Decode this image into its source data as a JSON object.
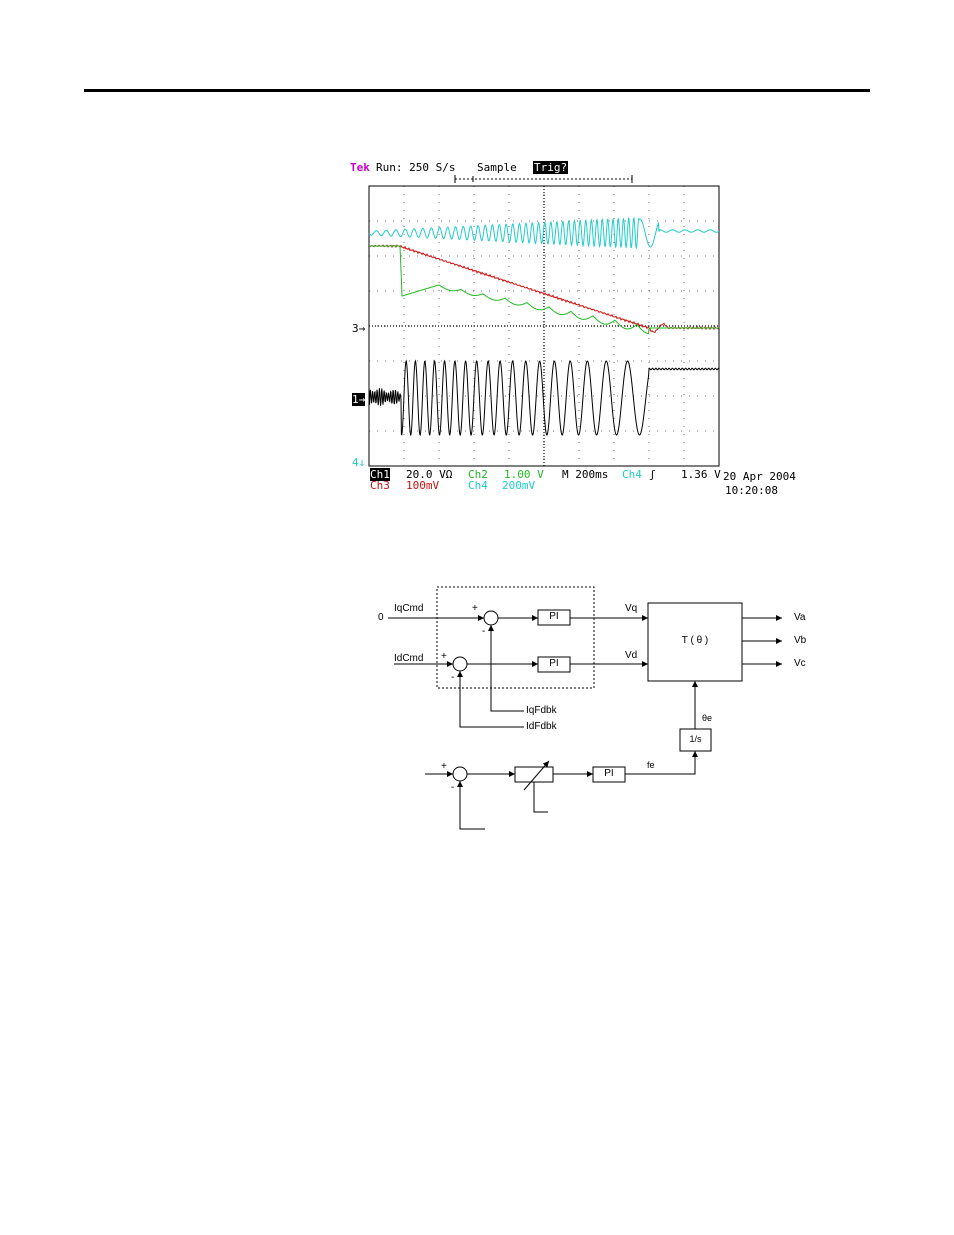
{
  "scope": {
    "brand": "Tek",
    "run": "Run: 250 S/s",
    "mode": "Sample",
    "trig": "Trig?",
    "ch1": "Ch1",
    "ch1_scale": "20.0 VΩ",
    "ch2": "Ch2",
    "ch2_scale": "1.00 V",
    "timebase": "M 200ms",
    "trig_src": "Ch4",
    "trig_slope": "ʃ",
    "trig_level": "1.36 V",
    "ch3": "Ch3",
    "ch3_scale": "100mV",
    "ch4": "Ch4",
    "ch4_scale": "200mV",
    "date": "20 Apr 2004",
    "time": "10:20:08",
    "marker3": "3→",
    "marker1": "1→",
    "marker4": "4↓",
    "colors": {
      "ch1": "#000000",
      "ch2": "#22bb22",
      "ch3": "#cc1111",
      "ch4": "#22cccc",
      "brand": "#cc00cc"
    }
  },
  "diagram": {
    "zero": "0",
    "iqcmd": "IqCmd",
    "idcmd": "IdCmd",
    "pi": "PI",
    "vq": "Vq",
    "vd": "Vd",
    "transform": "T ( θ )",
    "va": "Va",
    "vb": "Vb",
    "vc": "Vc",
    "iqfdbk": "IqFdbk",
    "idfdbk": "IdFdbk",
    "theta_e": "θe",
    "integrator": "1/s",
    "fe": "fe",
    "plus": "+",
    "minus": "-"
  }
}
